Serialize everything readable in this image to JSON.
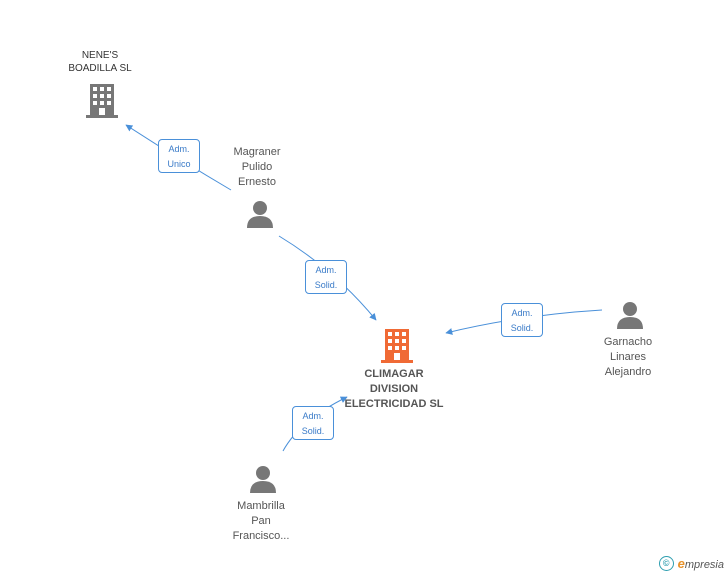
{
  "nodes": {
    "nenes": {
      "lines": [
        "NENE'S",
        "BOADILLA SL"
      ]
    },
    "magraner": {
      "lines": [
        "Magraner",
        "Pulido",
        "Ernesto"
      ]
    },
    "main": {
      "lines": [
        "CLIMAGAR",
        "DIVISION",
        "ELECTRICIDAD SL"
      ]
    },
    "garnacho": {
      "lines": [
        "Garnacho",
        "Linares",
        "Alejandro"
      ]
    },
    "mambrilla": {
      "lines": [
        "Mambrilla",
        "Pan",
        "Francisco..."
      ]
    }
  },
  "edges": {
    "magraner_nenes": [
      "Adm.",
      "Unico"
    ],
    "magraner_main": [
      "Adm.",
      "Solid."
    ],
    "garnacho_main": [
      "Adm.",
      "Solid."
    ],
    "mambrilla_main": [
      "Adm.",
      "Solid."
    ]
  },
  "footer": {
    "copyright": "©",
    "brand_initial": "e",
    "brand_rest": "mpresia"
  },
  "colors": {
    "edge": "#4a90d9",
    "building_gray": "#777777",
    "building_main": "#f06a35",
    "person": "#777777"
  }
}
